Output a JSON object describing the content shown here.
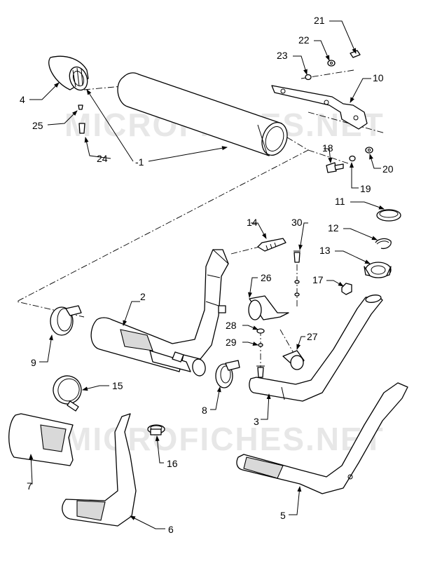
{
  "watermark": "MICROFICHES.NET",
  "callouts": {
    "c1": "-1",
    "c2": "2",
    "c3": "3",
    "c4": "4",
    "c5": "5",
    "c6": "6",
    "c7": "7",
    "c8": "8",
    "c9": "9",
    "c10": "10",
    "c11": "11",
    "c12": "12",
    "c13": "13",
    "c14": "14",
    "c15": "15",
    "c16": "16",
    "c17": "17",
    "c18": "18",
    "c19": "19",
    "c20": "20",
    "c21": "21",
    "c22": "22",
    "c23": "23",
    "c24": "24",
    "c25": "25",
    "c26": "26",
    "c27": "27",
    "c28": "28",
    "c29": "29",
    "c30": "30"
  }
}
